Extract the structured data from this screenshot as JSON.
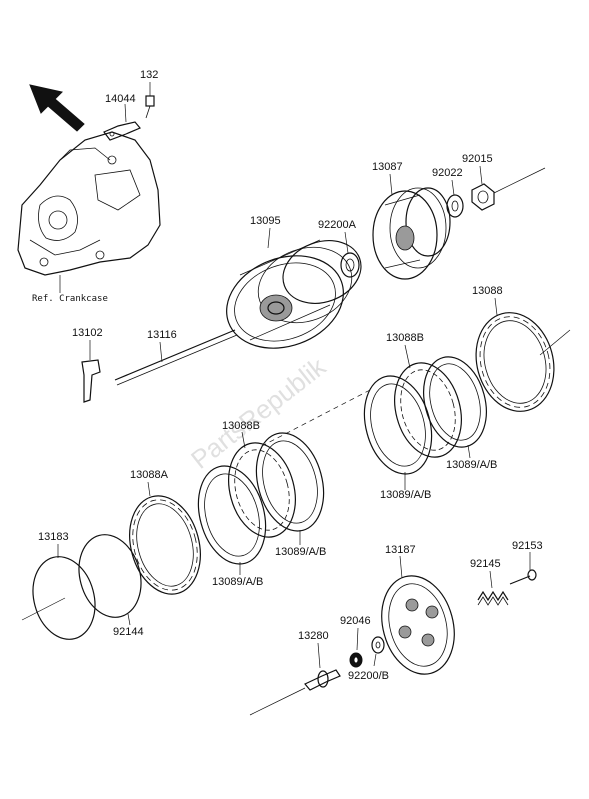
{
  "labels": {
    "p132": "132",
    "p14044": "14044",
    "ref_crankcase": "Ref. Crankcase",
    "p13095": "13095",
    "p92200A": "92200A",
    "p13087": "13087",
    "p92022": "92022",
    "p92015": "92015",
    "p13088": "13088",
    "p13102": "13102",
    "p13116": "13116",
    "p13088B_top": "13088B",
    "p13088B_mid": "13088B",
    "p13089AB_a": "13089/A/B",
    "p13089AB_b": "13089/A/B",
    "p13089AB_c": "13089/A/B",
    "p13089AB_d": "13089/A/B",
    "p13088A": "13088A",
    "p13183": "13183",
    "p92144": "92144",
    "p13187": "13187",
    "p92153": "92153",
    "p92145": "92145",
    "p92046": "92046",
    "p13280": "13280",
    "p92200B": "92200/B"
  },
  "watermark": "PartsRepublik",
  "icons": {
    "direction_arrow": "front-direction-arrow-icon"
  }
}
